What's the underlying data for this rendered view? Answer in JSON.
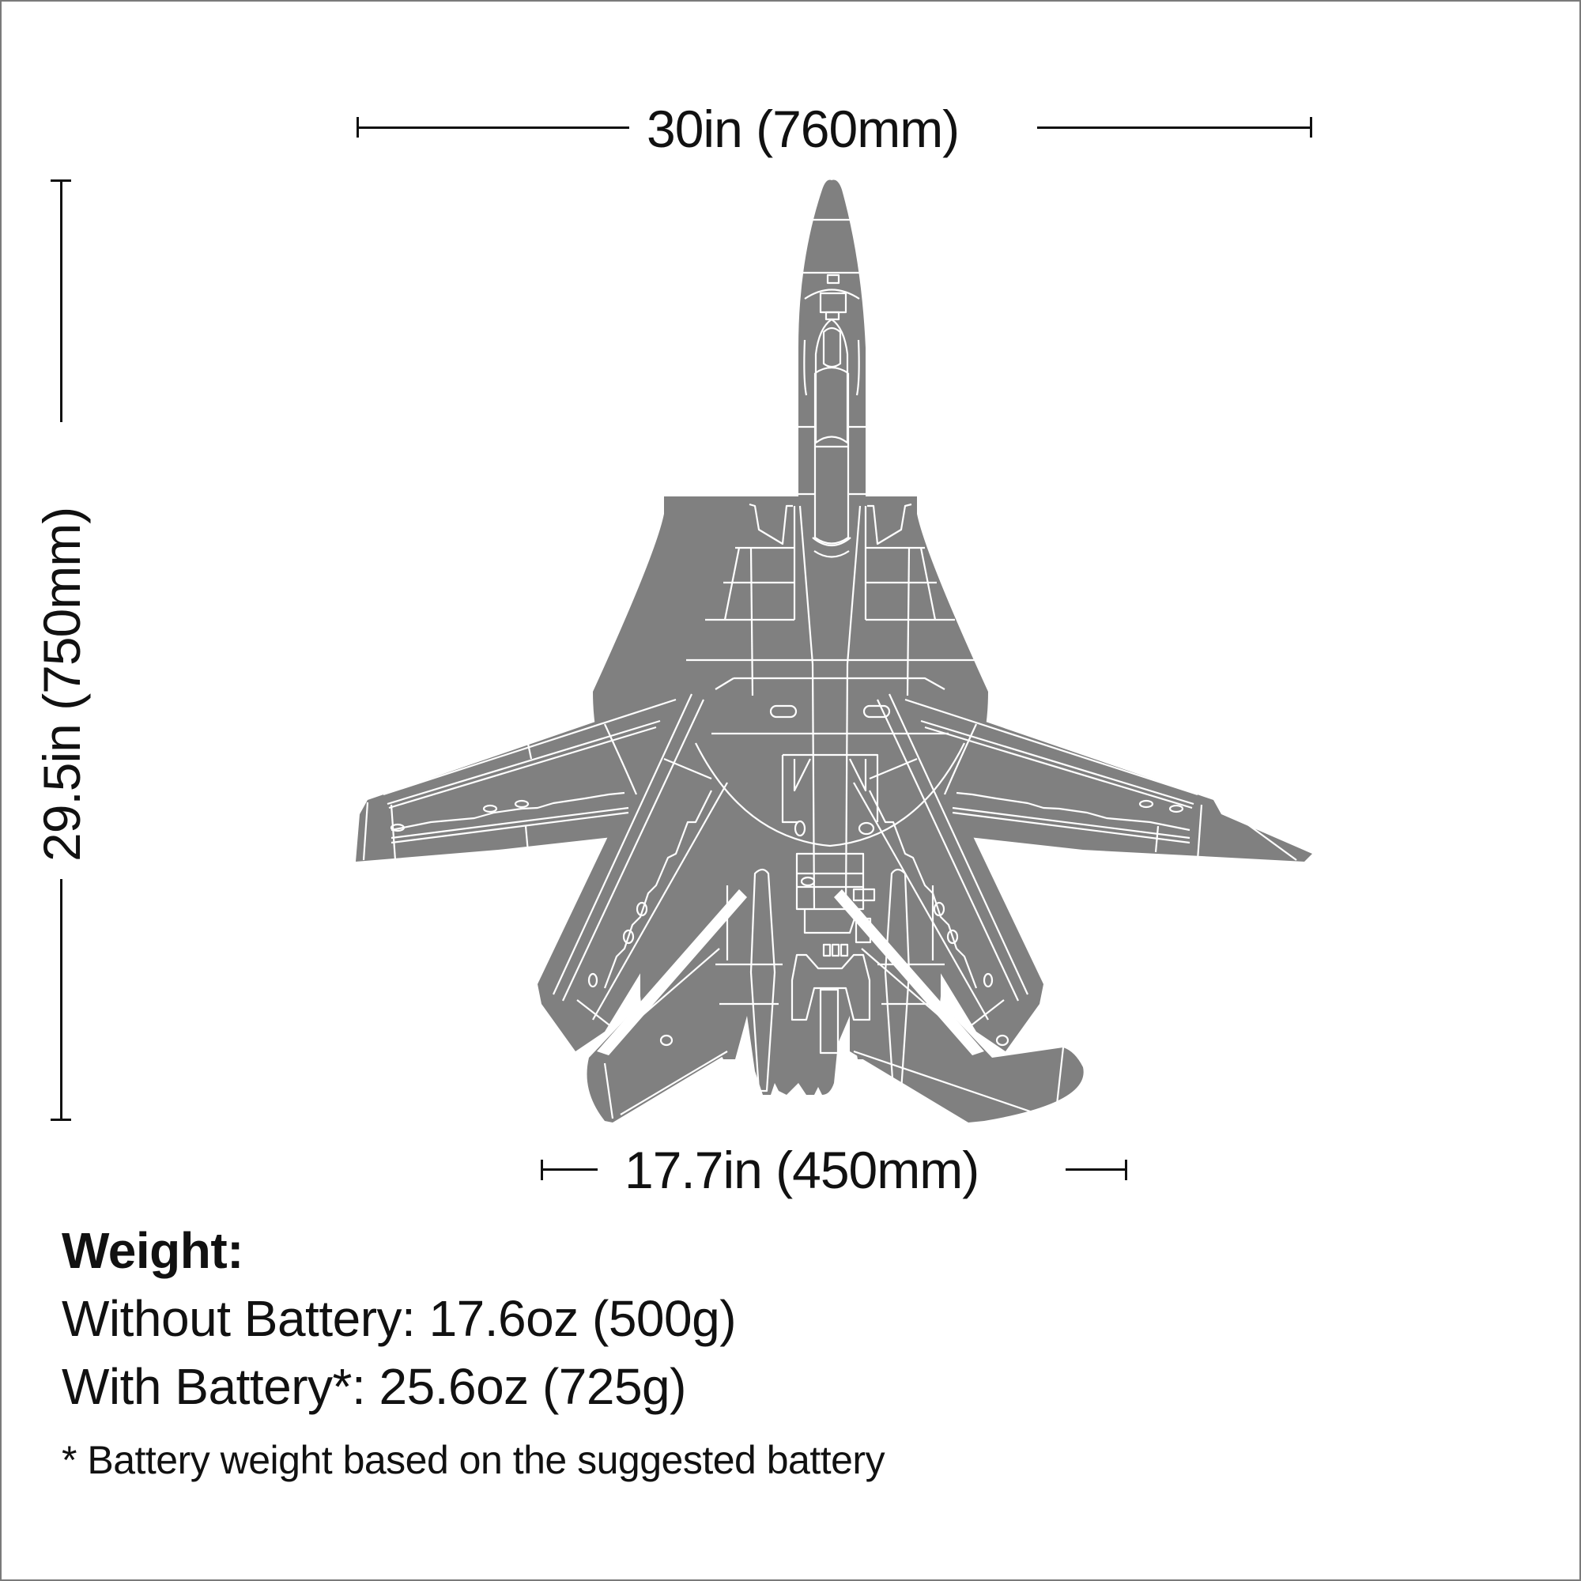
{
  "diagram": {
    "subject": "jet aircraft planform (top view)",
    "colors": {
      "aircraft_fill": "#808080",
      "panel_lines": "#ffffff",
      "text": "#111111",
      "border": "#7a7a7a",
      "background": "#ffffff"
    }
  },
  "dimensions": {
    "wingspan": {
      "label": "30in (760mm)",
      "inches": 30,
      "mm": 760,
      "orientation": "horizontal",
      "position": "top"
    },
    "length": {
      "label": "29.5in (750mm)",
      "inches": 29.5,
      "mm": 750,
      "orientation": "vertical",
      "position": "left"
    },
    "swept_span": {
      "label": "17.7in (450mm)",
      "inches": 17.7,
      "mm": 450,
      "orientation": "horizontal",
      "position": "bottom"
    }
  },
  "weight": {
    "title": "Weight:",
    "without_battery": {
      "label": "Without Battery: 17.6oz (500g)",
      "oz": 17.6,
      "g": 500
    },
    "with_battery": {
      "label": "With Battery*: 25.6oz (725g)",
      "oz": 25.6,
      "g": 725
    },
    "footnote": "* Battery weight based on the suggested battery"
  }
}
